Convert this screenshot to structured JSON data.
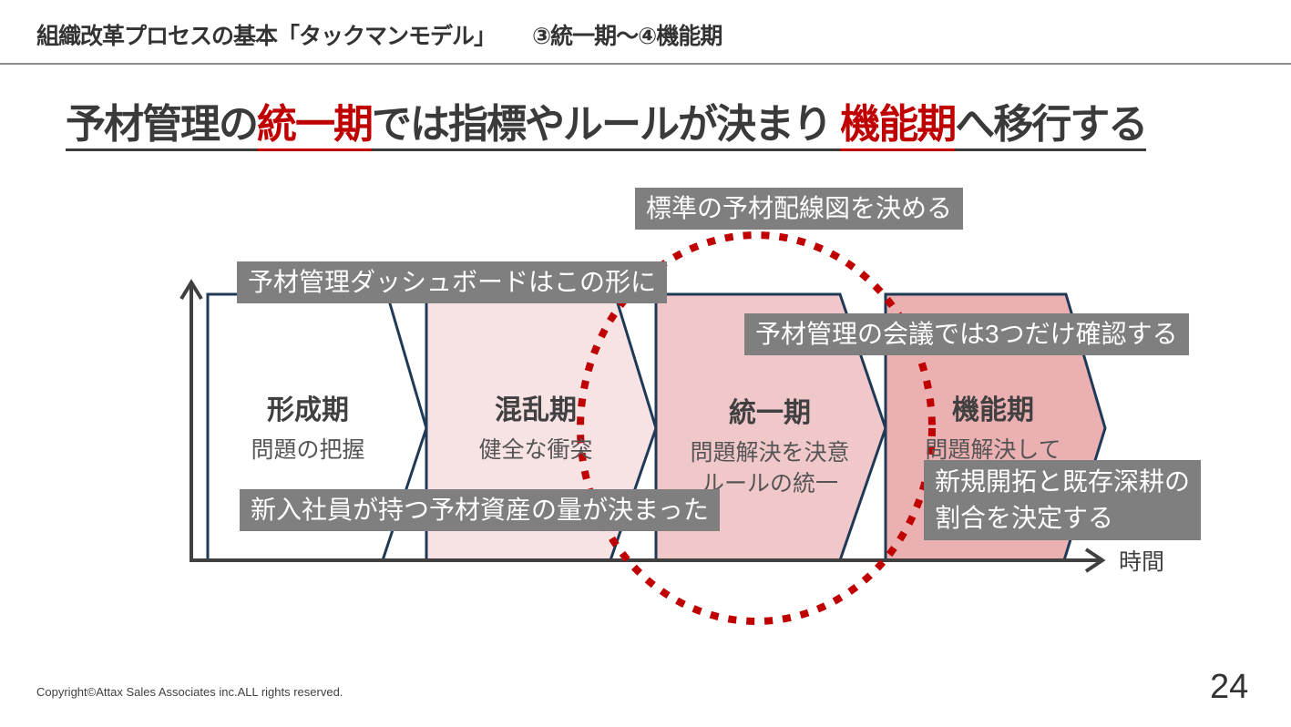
{
  "header": {
    "title": "組織改革プロセスの基本「タックマンモデル」",
    "subtitle": "③統一期～④機能期"
  },
  "headline": {
    "part1": "予材管理の",
    "part2_red": "統一期",
    "part3": "では指標やルールが決まり ",
    "part4_red": "機能期",
    "part5": "へ移行する"
  },
  "phases": [
    {
      "name": "形成期",
      "desc": [
        "問題の把握"
      ]
    },
    {
      "name": "混乱期",
      "desc": [
        "健全な衝突"
      ]
    },
    {
      "name": "統一期",
      "desc": [
        "問題解決を決意",
        "ルールの統一"
      ]
    },
    {
      "name": "機能期",
      "desc": [
        "問題解決して"
      ]
    }
  ],
  "notes": {
    "dashboard": "予材管理ダッシュボードはこの形に",
    "wiring": "標準の予材配線図を決める",
    "meeting": "予材管理の会議では3つだけ確認する",
    "assets": "新入社員が持つ予材資産の量が決まった",
    "ratio_line1": "新規開拓と既存深耕の",
    "ratio_line2": "割合を決定する"
  },
  "axis": {
    "x_label": "時間"
  },
  "colors": {
    "accent_red": "#c00000",
    "note_bg": "#7f7f7f",
    "phase_fills": [
      "#ffffff",
      "#f8e3e4",
      "#f1c8ca",
      "#ebb0b1"
    ],
    "outline": "#1f3a56"
  },
  "footer": {
    "copyright": "Copyright©Attax Sales Associates inc.ALL rights reserved.",
    "page": "24"
  }
}
